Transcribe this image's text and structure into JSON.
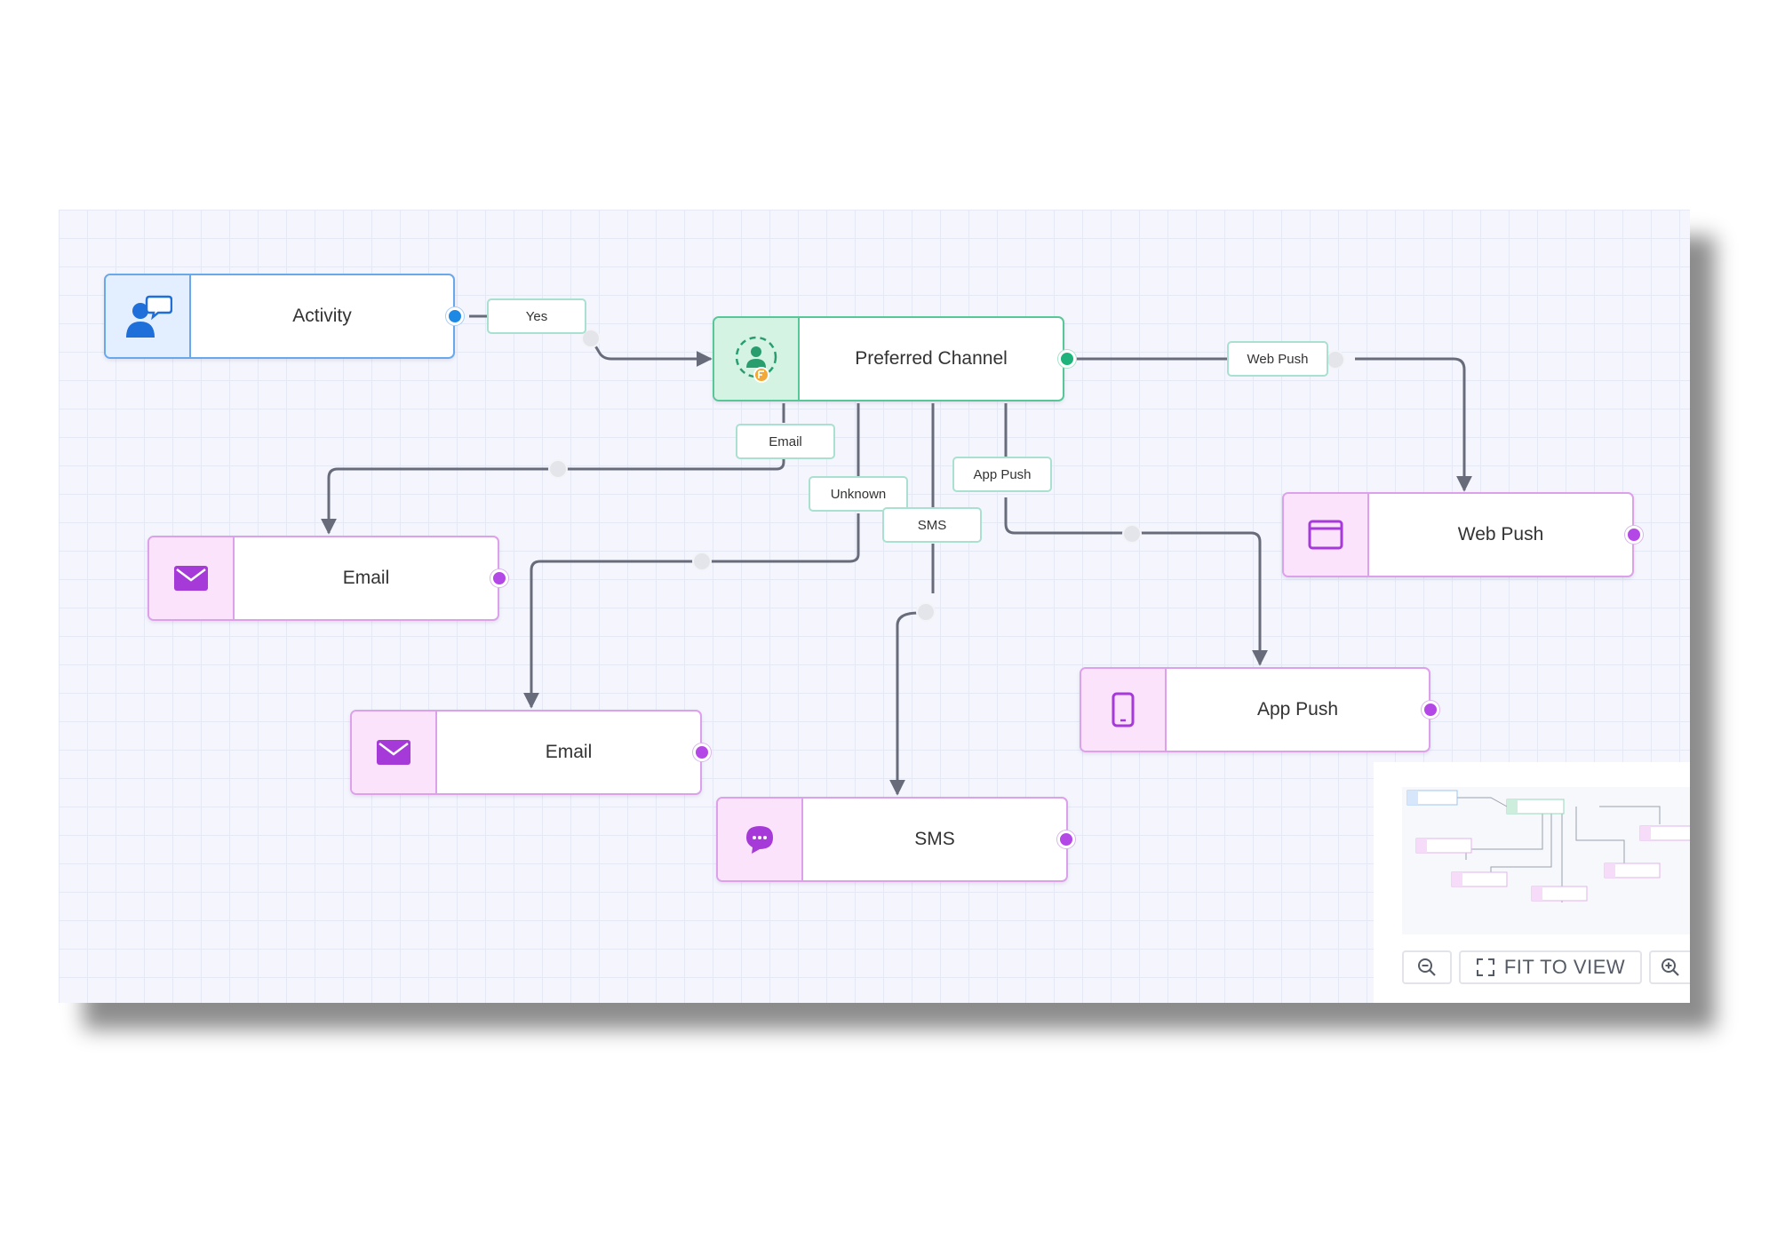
{
  "nodes": {
    "activity": {
      "label": "Activity",
      "icon": "user-chat-icon"
    },
    "preferred_channel": {
      "label": "Preferred Channel",
      "icon": "preferred-user-icon"
    },
    "web_push": {
      "label": "Web Push",
      "icon": "browser-window-icon"
    },
    "email_1": {
      "label": "Email",
      "icon": "envelope-icon"
    },
    "email_2": {
      "label": "Email",
      "icon": "envelope-icon"
    },
    "app_push": {
      "label": "App Push",
      "icon": "mobile-phone-icon"
    },
    "sms": {
      "label": "SMS",
      "icon": "chat-bubble-icon"
    }
  },
  "edges": {
    "yes": "Yes",
    "web_push": "Web Push",
    "email": "Email",
    "unknown": "Unknown",
    "app_push": "App Push",
    "sms": "SMS"
  },
  "controls": {
    "fit_to_view": "FIT TO VIEW",
    "zoom_out_icon": "zoom-out-icon",
    "zoom_in_icon": "zoom-in-icon"
  },
  "colors": {
    "activity_accent": "#1e88e5",
    "condition_accent": "#1db37a",
    "channel_accent": "#b448e6",
    "connector": "#686c7a"
  }
}
